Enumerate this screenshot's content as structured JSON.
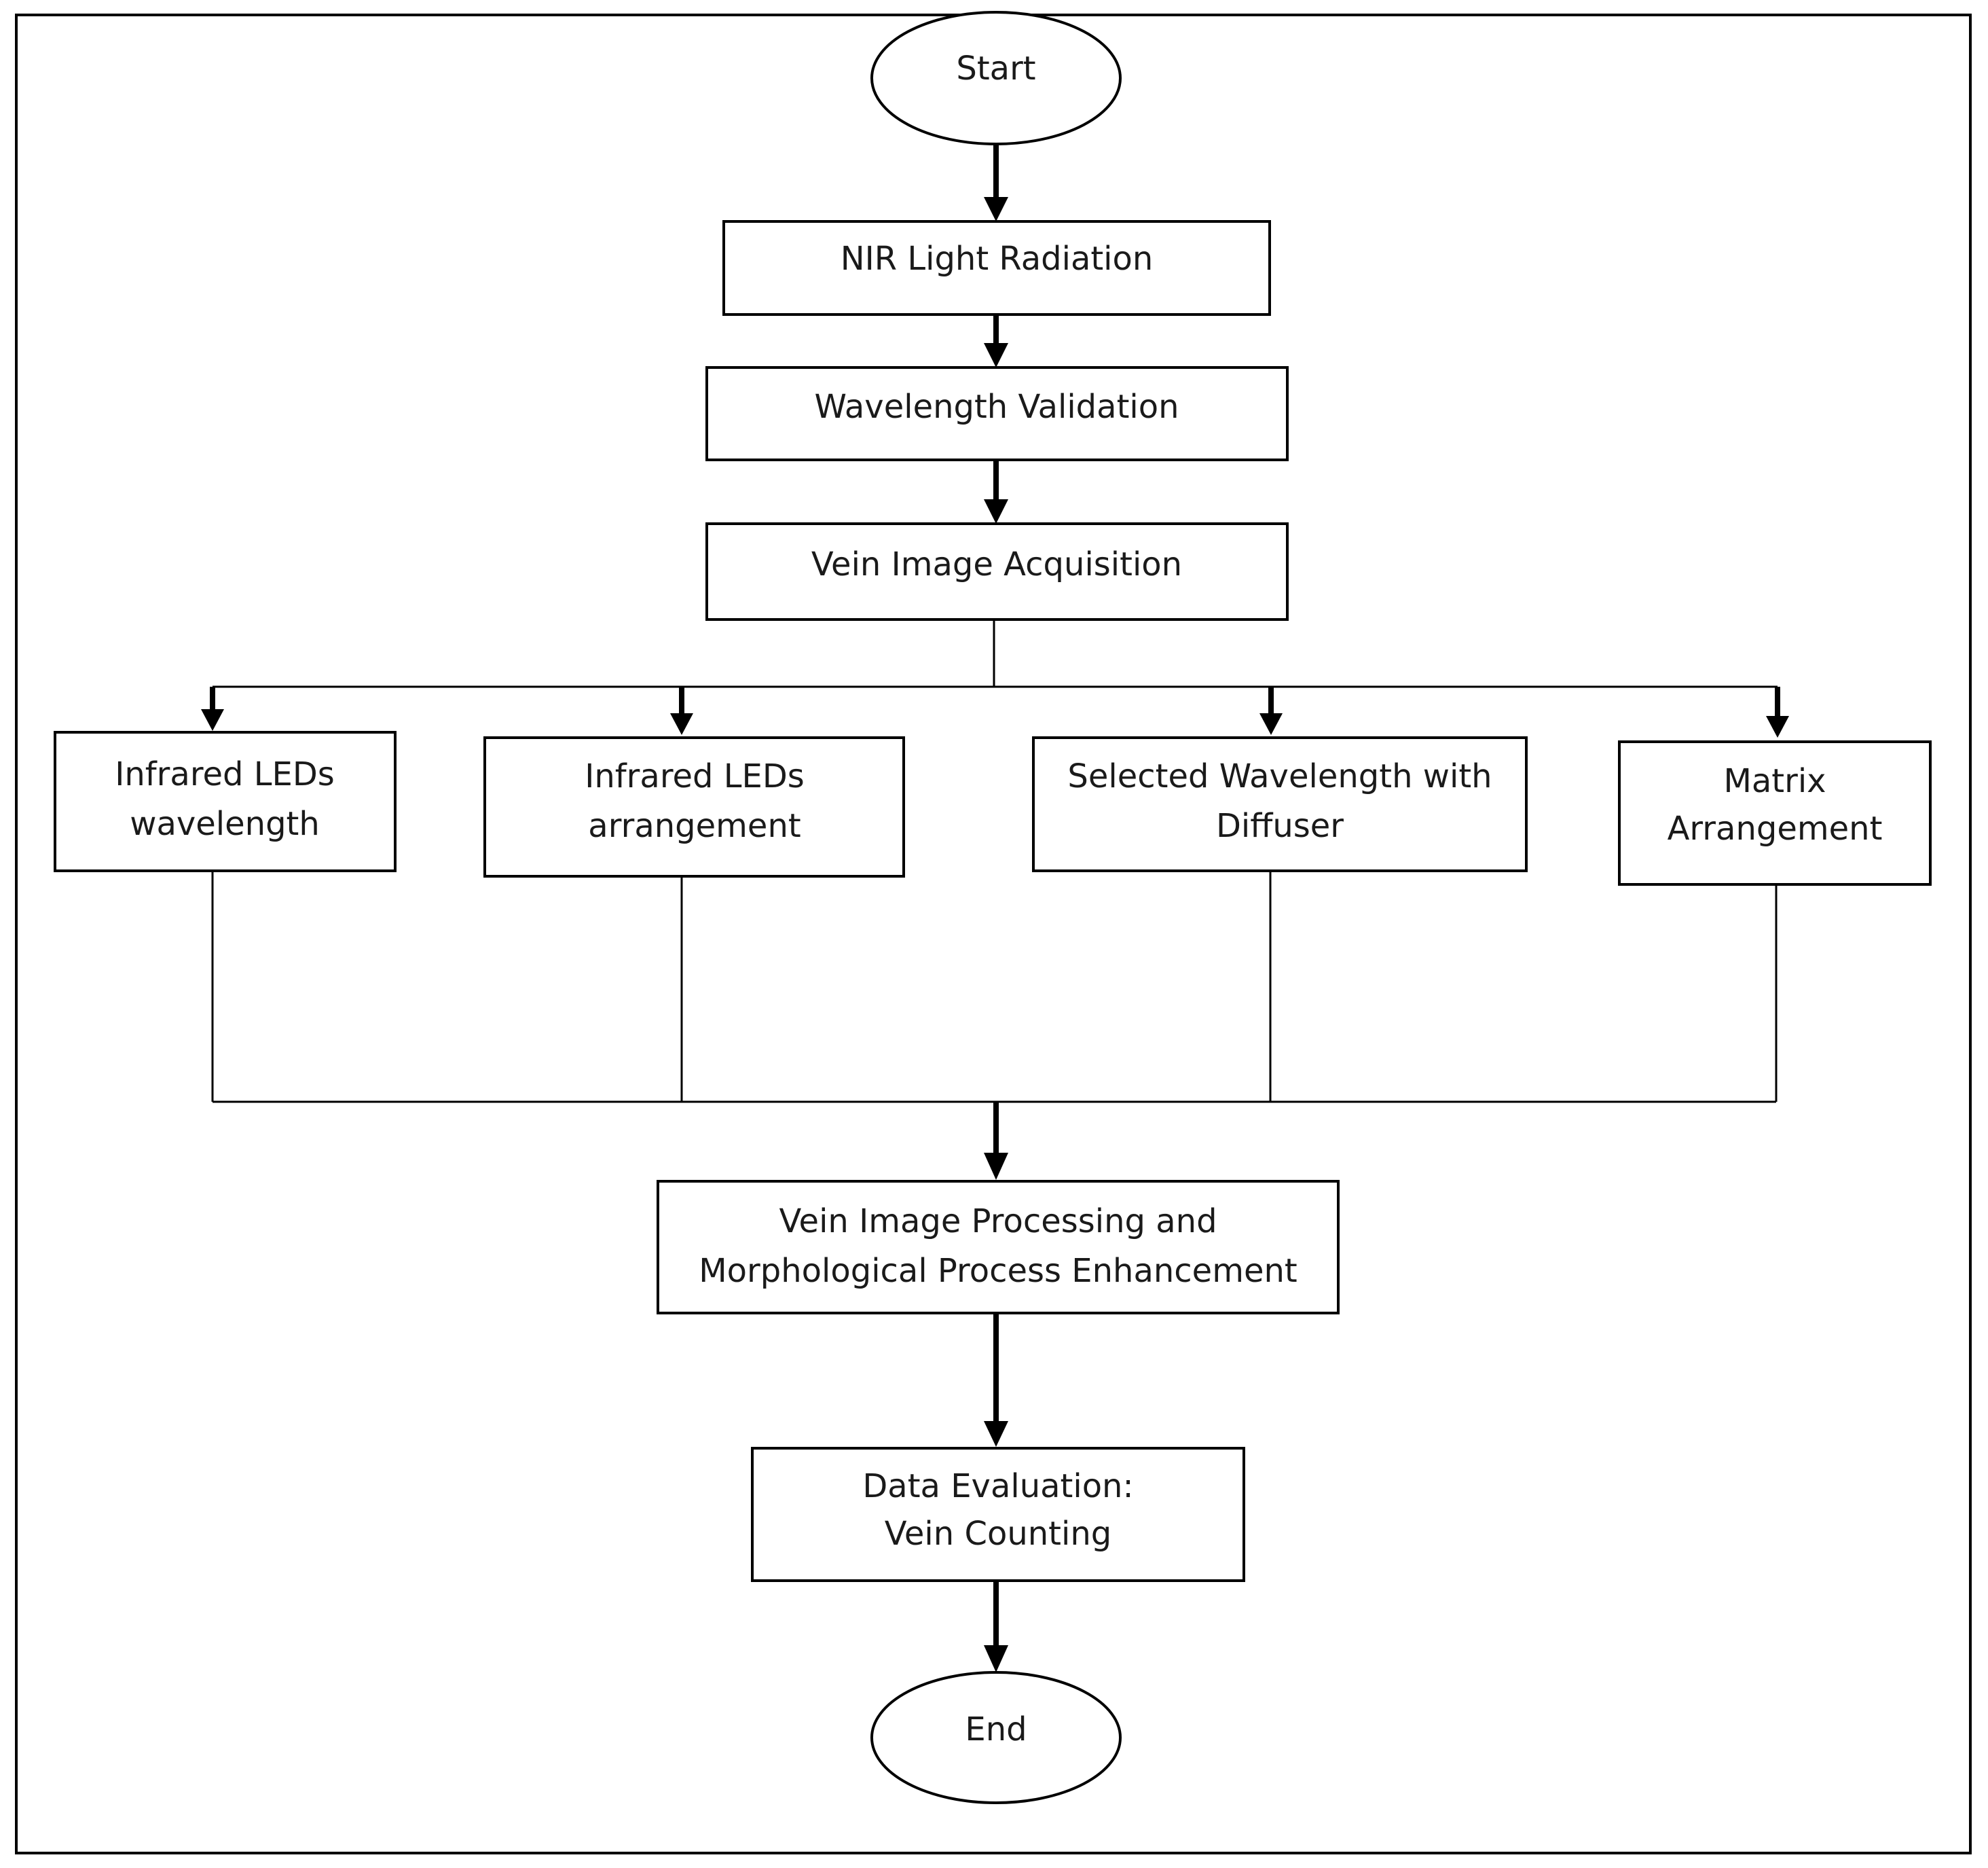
{
  "diagram": {
    "type": "flowchart",
    "start": "Start",
    "steps": [
      "NIR Light Radiation",
      "Wavelength Validation",
      "Vein Image Acquisition"
    ],
    "branches": [
      [
        "Infrared LEDs",
        "wavelength"
      ],
      [
        "Infrared LEDs",
        "arrangement"
      ],
      [
        "Selected Wavelength with",
        "Diffuser"
      ],
      [
        "Matrix",
        "Arrangement"
      ]
    ],
    "processing": [
      "Vein Image Processing and",
      "Morphological Process Enhancement"
    ],
    "evaluation": [
      "Data Evaluation:",
      "Vein Counting"
    ],
    "end": "End"
  },
  "colors": {
    "stroke": "#000000",
    "background": "#ffffff",
    "text": "#1a1a1a"
  }
}
